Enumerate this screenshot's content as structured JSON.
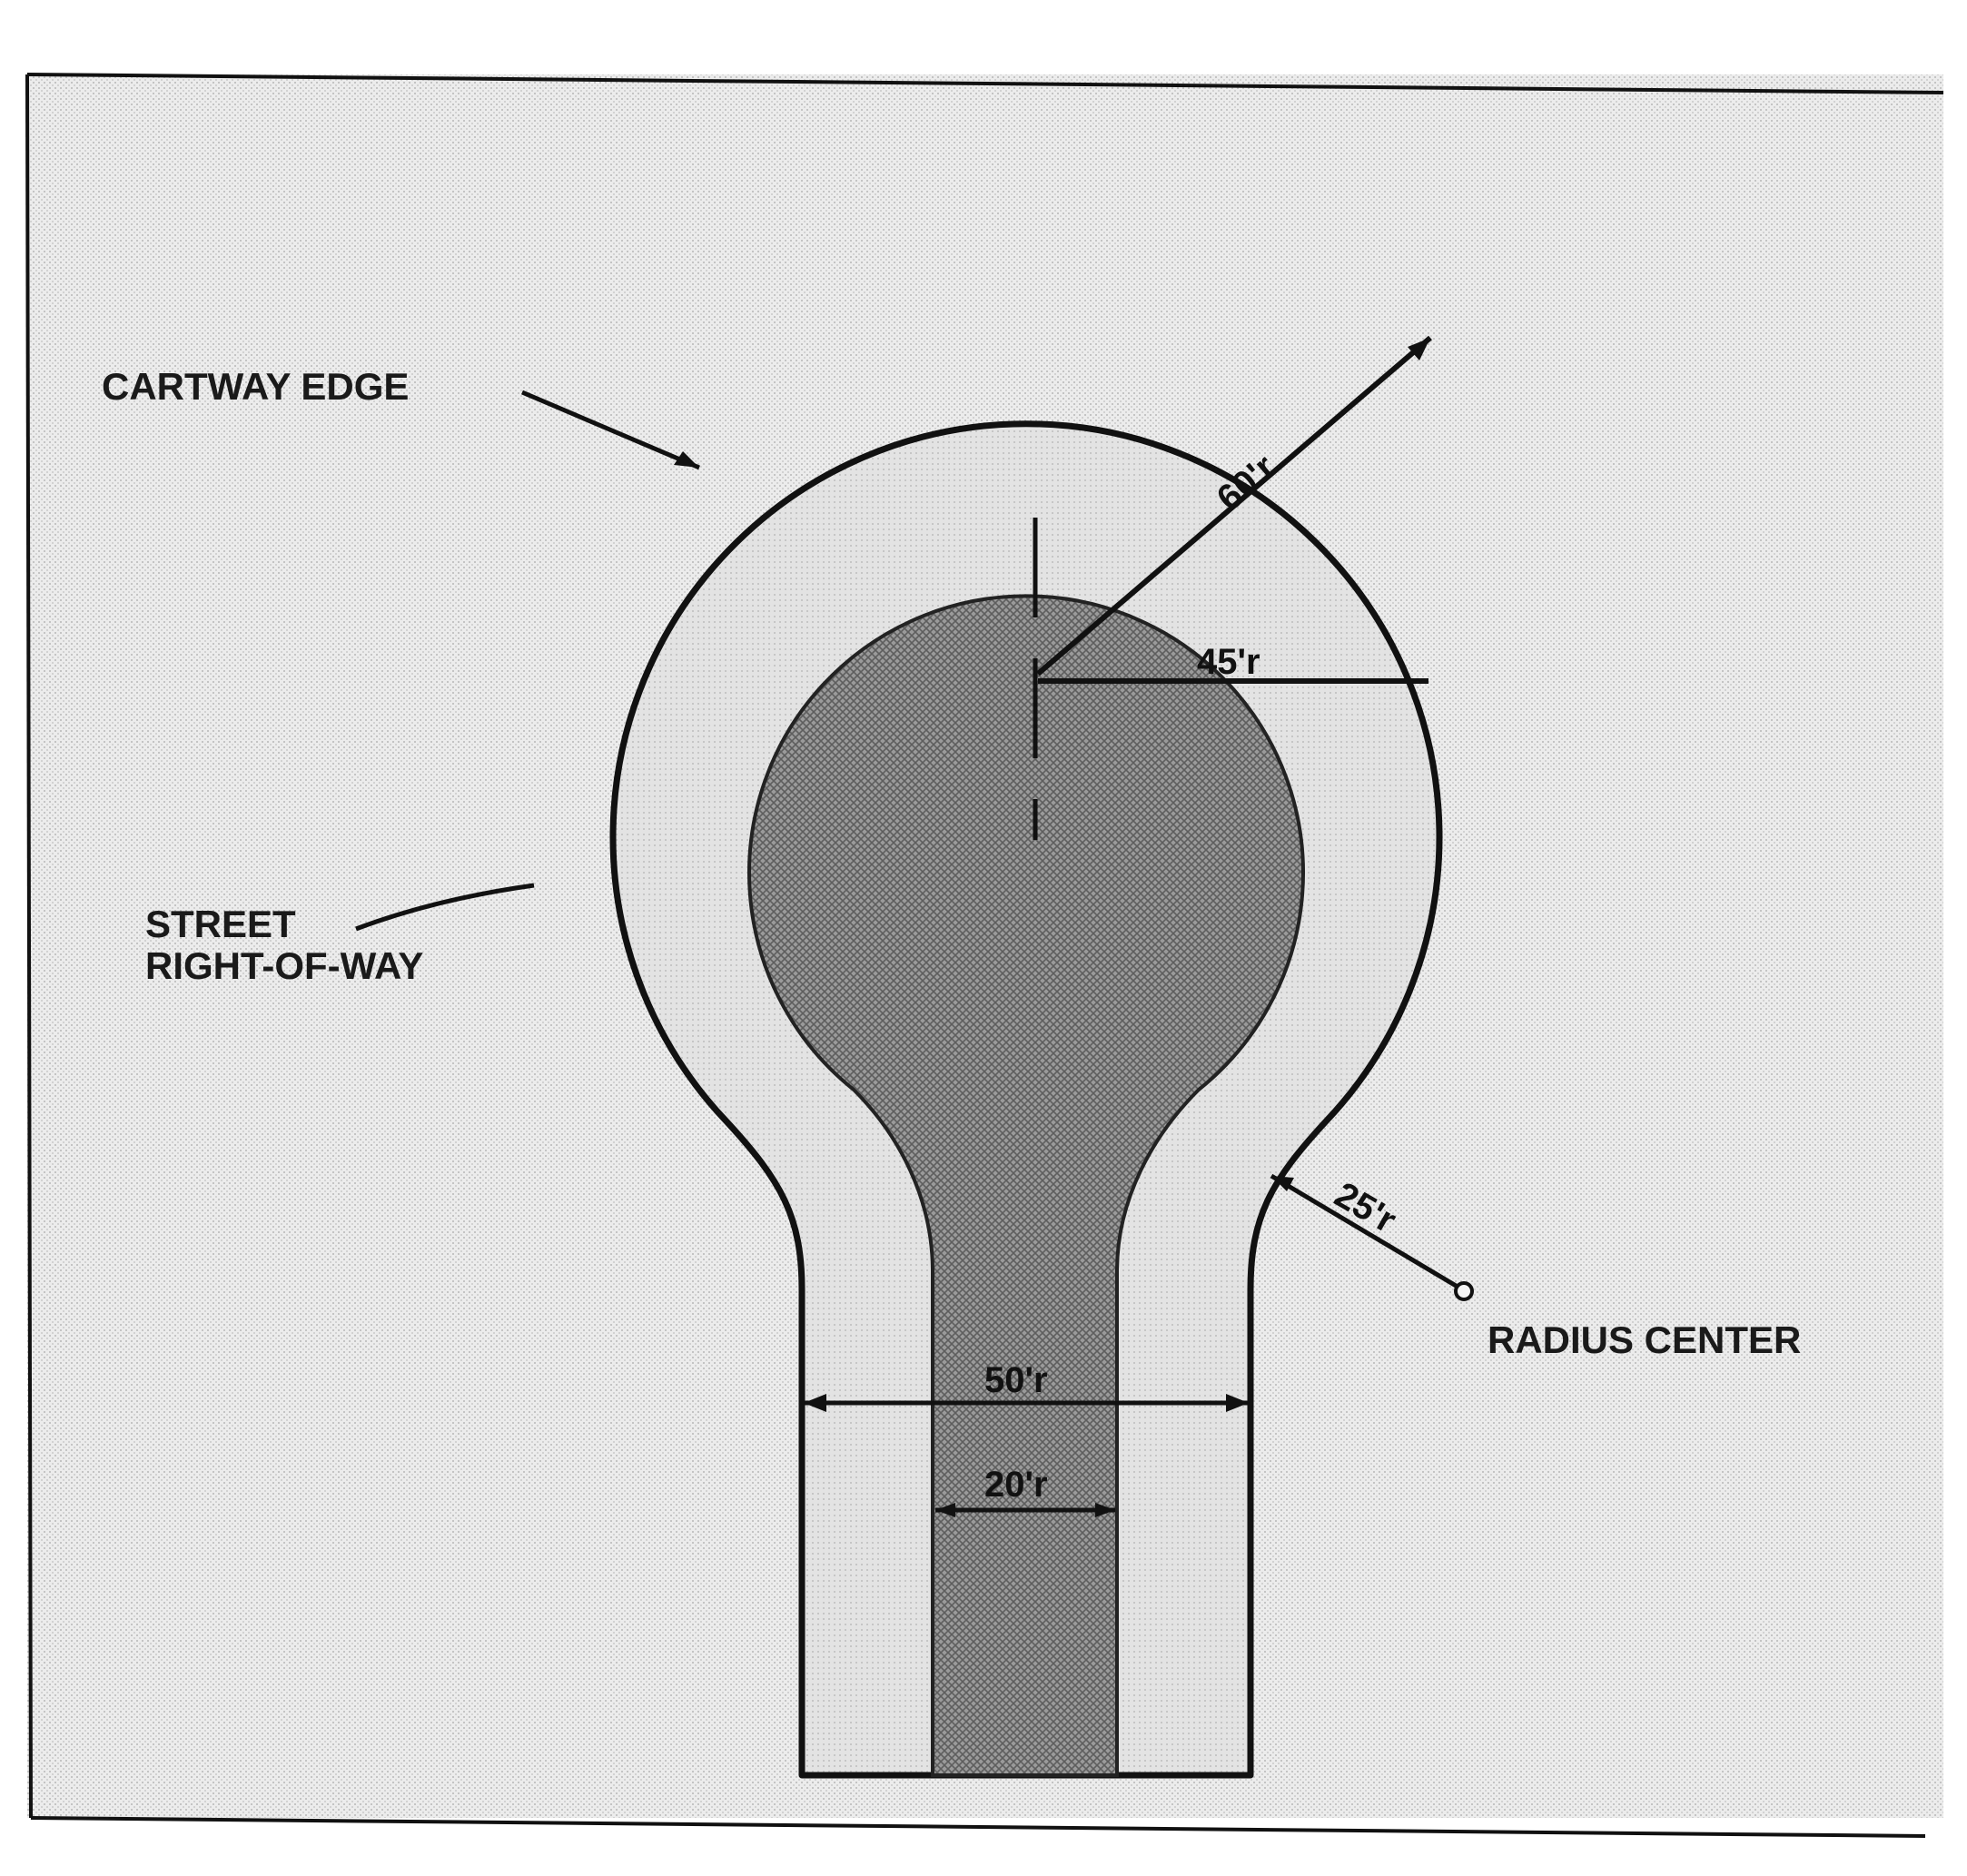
{
  "labels": {
    "cartway_edge": "CARTWAY EDGE",
    "street_line1": "STREET",
    "street_line2": "RIGHT-OF-WAY",
    "radius_center": "RADIUS CENTER"
  },
  "dimensions": {
    "row_radius": "60'r",
    "cartway_radius": "45'r",
    "curve_radius": "25'r",
    "row_width": "50'r",
    "cartway_width": "20'r"
  },
  "colors": {
    "background": "#ececec",
    "right_of_way": "#e1e1e1",
    "cartway": "#8f8f8f",
    "line": "#111111"
  }
}
